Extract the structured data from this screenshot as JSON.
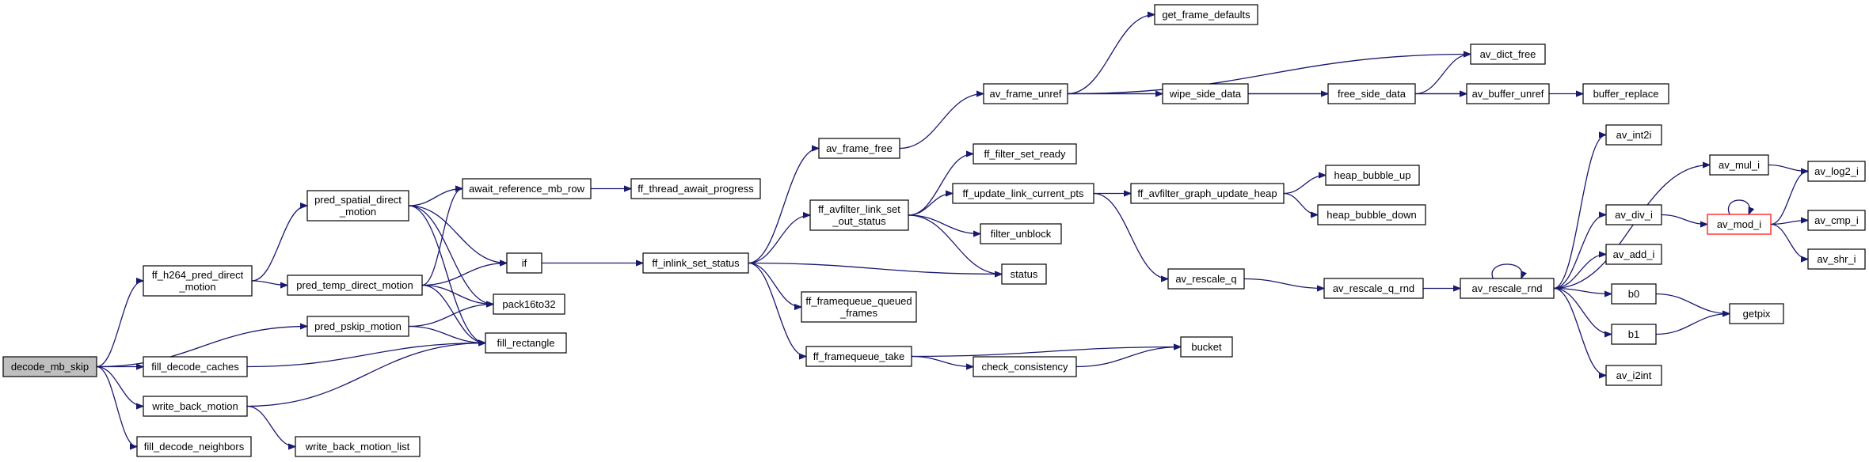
{
  "colors": {
    "edge": "#191970",
    "root_fill": "#bfbfbf",
    "highlight_border": "#ff0000",
    "node_fill": "#ffffff",
    "node_border": "#000000"
  },
  "nodes": [
    {
      "id": "decode_mb_skip",
      "lines": [
        "decode_mb_skip"
      ],
      "style": "root"
    },
    {
      "id": "ff_h264_pred_direct_motion",
      "lines": [
        "ff_h264_pred_direct",
        "_motion"
      ]
    },
    {
      "id": "fill_decode_caches",
      "lines": [
        "fill_decode_caches"
      ]
    },
    {
      "id": "write_back_motion",
      "lines": [
        "write_back_motion"
      ]
    },
    {
      "id": "fill_decode_neighbors",
      "lines": [
        "fill_decode_neighbors"
      ]
    },
    {
      "id": "pred_spatial_direct_motion",
      "lines": [
        "pred_spatial_direct",
        "_motion"
      ]
    },
    {
      "id": "pred_temp_direct_motion",
      "lines": [
        "pred_temp_direct_motion"
      ]
    },
    {
      "id": "pred_pskip_motion",
      "lines": [
        "pred_pskip_motion"
      ]
    },
    {
      "id": "write_back_motion_list",
      "lines": [
        "write_back_motion_list"
      ]
    },
    {
      "id": "await_reference_mb_row",
      "lines": [
        "await_reference_mb_row"
      ]
    },
    {
      "id": "if",
      "lines": [
        "if"
      ]
    },
    {
      "id": "pack16to32",
      "lines": [
        "pack16to32"
      ]
    },
    {
      "id": "fill_rectangle",
      "lines": [
        "fill_rectangle"
      ]
    },
    {
      "id": "ff_thread_await_progress",
      "lines": [
        "ff_thread_await_progress"
      ]
    },
    {
      "id": "ff_inlink_set_status",
      "lines": [
        "ff_inlink_set_status"
      ]
    },
    {
      "id": "av_frame_free",
      "lines": [
        "av_frame_free"
      ]
    },
    {
      "id": "ff_avfilter_link_set_out_status",
      "lines": [
        "ff_avfilter_link_set",
        "_out_status"
      ]
    },
    {
      "id": "ff_framequeue_queued_frames",
      "lines": [
        "ff_framequeue_queued",
        "_frames"
      ]
    },
    {
      "id": "ff_framequeue_take",
      "lines": [
        "ff_framequeue_take"
      ]
    },
    {
      "id": "av_frame_unref",
      "lines": [
        "av_frame_unref"
      ]
    },
    {
      "id": "ff_filter_set_ready",
      "lines": [
        "ff_filter_set_ready"
      ]
    },
    {
      "id": "ff_update_link_current_pts",
      "lines": [
        "ff_update_link_current_pts"
      ]
    },
    {
      "id": "filter_unblock",
      "lines": [
        "filter_unblock"
      ]
    },
    {
      "id": "status",
      "lines": [
        "status"
      ]
    },
    {
      "id": "check_consistency",
      "lines": [
        "check_consistency"
      ]
    },
    {
      "id": "bucket",
      "lines": [
        "bucket"
      ]
    },
    {
      "id": "get_frame_defaults",
      "lines": [
        "get_frame_defaults"
      ]
    },
    {
      "id": "wipe_side_data",
      "lines": [
        "wipe_side_data"
      ]
    },
    {
      "id": "free_side_data",
      "lines": [
        "free_side_data"
      ]
    },
    {
      "id": "av_dict_free",
      "lines": [
        "av_dict_free"
      ]
    },
    {
      "id": "av_buffer_unref",
      "lines": [
        "av_buffer_unref"
      ]
    },
    {
      "id": "buffer_replace",
      "lines": [
        "buffer_replace"
      ]
    },
    {
      "id": "ff_avfilter_graph_update_heap",
      "lines": [
        "ff_avfilter_graph_update_heap"
      ]
    },
    {
      "id": "heap_bubble_up",
      "lines": [
        "heap_bubble_up"
      ]
    },
    {
      "id": "heap_bubble_down",
      "lines": [
        "heap_bubble_down"
      ]
    },
    {
      "id": "av_rescale_q",
      "lines": [
        "av_rescale_q"
      ]
    },
    {
      "id": "av_rescale_q_rnd",
      "lines": [
        "av_rescale_q_rnd"
      ]
    },
    {
      "id": "av_rescale_rnd",
      "lines": [
        "av_rescale_rnd"
      ]
    },
    {
      "id": "av_int2i",
      "lines": [
        "av_int2i"
      ]
    },
    {
      "id": "av_mul_i",
      "lines": [
        "av_mul_i"
      ]
    },
    {
      "id": "av_div_i",
      "lines": [
        "av_div_i"
      ]
    },
    {
      "id": "av_add_i",
      "lines": [
        "av_add_i"
      ]
    },
    {
      "id": "b0",
      "lines": [
        "b0"
      ]
    },
    {
      "id": "b1",
      "lines": [
        "b1"
      ]
    },
    {
      "id": "av_i2int",
      "lines": [
        "av_i2int"
      ]
    },
    {
      "id": "av_mod_i",
      "lines": [
        "av_mod_i"
      ],
      "style": "highlight"
    },
    {
      "id": "av_log2_i",
      "lines": [
        "av_log2_i"
      ]
    },
    {
      "id": "av_cmp_i",
      "lines": [
        "av_cmp_i"
      ]
    },
    {
      "id": "av_shr_i",
      "lines": [
        "av_shr_i"
      ]
    },
    {
      "id": "getpix",
      "lines": [
        "getpix"
      ]
    }
  ],
  "edges": [
    [
      "decode_mb_skip",
      "ff_h264_pred_direct_motion"
    ],
    [
      "decode_mb_skip",
      "pred_pskip_motion"
    ],
    [
      "decode_mb_skip",
      "fill_decode_caches"
    ],
    [
      "decode_mb_skip",
      "write_back_motion"
    ],
    [
      "decode_mb_skip",
      "fill_decode_neighbors"
    ],
    [
      "ff_h264_pred_direct_motion",
      "pred_spatial_direct_motion"
    ],
    [
      "ff_h264_pred_direct_motion",
      "pred_temp_direct_motion"
    ],
    [
      "pred_spatial_direct_motion",
      "await_reference_mb_row"
    ],
    [
      "pred_spatial_direct_motion",
      "if"
    ],
    [
      "pred_spatial_direct_motion",
      "pack16to32"
    ],
    [
      "pred_spatial_direct_motion",
      "fill_rectangle"
    ],
    [
      "pred_temp_direct_motion",
      "await_reference_mb_row"
    ],
    [
      "pred_temp_direct_motion",
      "if"
    ],
    [
      "pred_temp_direct_motion",
      "pack16to32"
    ],
    [
      "pred_temp_direct_motion",
      "fill_rectangle"
    ],
    [
      "pred_pskip_motion",
      "pack16to32"
    ],
    [
      "pred_pskip_motion",
      "fill_rectangle"
    ],
    [
      "fill_decode_caches",
      "fill_rectangle"
    ],
    [
      "write_back_motion",
      "fill_rectangle"
    ],
    [
      "write_back_motion",
      "write_back_motion_list"
    ],
    [
      "await_reference_mb_row",
      "ff_thread_await_progress"
    ],
    [
      "if",
      "ff_inlink_set_status"
    ],
    [
      "ff_inlink_set_status",
      "av_frame_free"
    ],
    [
      "ff_inlink_set_status",
      "ff_avfilter_link_set_out_status"
    ],
    [
      "ff_inlink_set_status",
      "status"
    ],
    [
      "ff_inlink_set_status",
      "ff_framequeue_queued_frames"
    ],
    [
      "ff_inlink_set_status",
      "ff_framequeue_take"
    ],
    [
      "av_frame_free",
      "av_frame_unref"
    ],
    [
      "ff_avfilter_link_set_out_status",
      "ff_filter_set_ready"
    ],
    [
      "ff_avfilter_link_set_out_status",
      "ff_update_link_current_pts"
    ],
    [
      "ff_avfilter_link_set_out_status",
      "filter_unblock"
    ],
    [
      "ff_avfilter_link_set_out_status",
      "status"
    ],
    [
      "ff_framequeue_take",
      "bucket"
    ],
    [
      "ff_framequeue_take",
      "check_consistency"
    ],
    [
      "check_consistency",
      "bucket"
    ],
    [
      "av_frame_unref",
      "get_frame_defaults"
    ],
    [
      "av_frame_unref",
      "av_dict_free"
    ],
    [
      "av_frame_unref",
      "wipe_side_data"
    ],
    [
      "av_frame_unref",
      "av_buffer_unref"
    ],
    [
      "wipe_side_data",
      "free_side_data"
    ],
    [
      "free_side_data",
      "av_dict_free"
    ],
    [
      "free_side_data",
      "av_buffer_unref"
    ],
    [
      "av_buffer_unref",
      "buffer_replace"
    ],
    [
      "ff_update_link_current_pts",
      "ff_avfilter_graph_update_heap"
    ],
    [
      "ff_update_link_current_pts",
      "av_rescale_q"
    ],
    [
      "ff_avfilter_graph_update_heap",
      "heap_bubble_up"
    ],
    [
      "ff_avfilter_graph_update_heap",
      "heap_bubble_down"
    ],
    [
      "av_rescale_q",
      "av_rescale_q_rnd"
    ],
    [
      "av_rescale_q_rnd",
      "av_rescale_rnd"
    ],
    [
      "av_rescale_rnd",
      "av_rescale_rnd"
    ],
    [
      "av_rescale_rnd",
      "av_int2i"
    ],
    [
      "av_rescale_rnd",
      "av_mul_i"
    ],
    [
      "av_rescale_rnd",
      "av_div_i"
    ],
    [
      "av_rescale_rnd",
      "av_add_i"
    ],
    [
      "av_rescale_rnd",
      "b0"
    ],
    [
      "av_rescale_rnd",
      "b1"
    ],
    [
      "av_rescale_rnd",
      "av_i2int"
    ],
    [
      "av_mul_i",
      "av_log2_i"
    ],
    [
      "av_div_i",
      "av_mod_i"
    ],
    [
      "av_mod_i",
      "av_mod_i"
    ],
    [
      "av_mod_i",
      "av_log2_i"
    ],
    [
      "av_mod_i",
      "av_cmp_i"
    ],
    [
      "av_mod_i",
      "av_shr_i"
    ],
    [
      "b0",
      "getpix"
    ],
    [
      "b1",
      "getpix"
    ]
  ]
}
